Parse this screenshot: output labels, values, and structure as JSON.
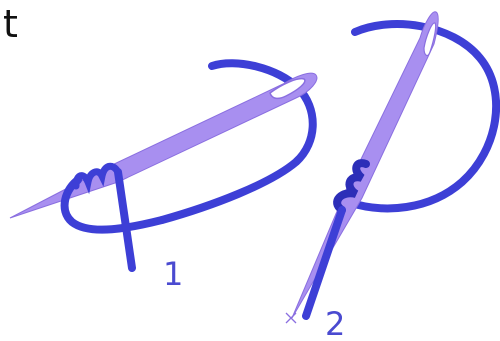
{
  "corner_text": "t",
  "steps": [
    {
      "label": "1"
    },
    {
      "label": "2"
    }
  ],
  "colors": {
    "thread": "#3d3fd6",
    "thread_dark": "#2c2eb8",
    "needle": "#a88ff0",
    "needle_outline": "#8a6fe0",
    "label": "#4a4ad0",
    "text": "#111111"
  },
  "icons": {
    "needle": "sewing-needle-icon",
    "thread": "thread-loop-icon"
  }
}
